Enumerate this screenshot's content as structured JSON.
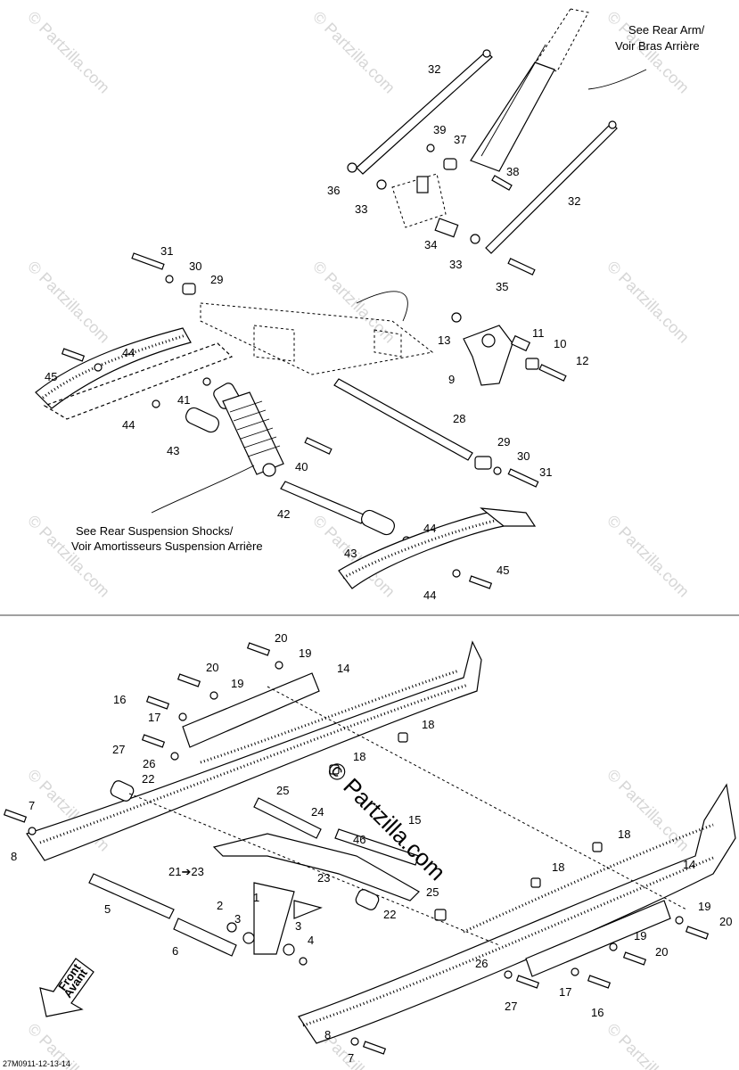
{
  "notes": {
    "rear_arm_line1": "See Rear Arm/",
    "rear_arm_line2": "Voir Bras Arrière",
    "shocks_line1": "See Rear Suspension Shocks/",
    "shocks_line2": "Voir Amortisseurs Suspension Arrière",
    "front_line1": "Front",
    "front_line2": "Avant",
    "drawing_code": "27M0911-12-13-14"
  },
  "watermark": {
    "text": "© Partzilla.com"
  },
  "callouts": {
    "top": [
      "32",
      "39",
      "37",
      "36",
      "33",
      "38",
      "32",
      "34",
      "33",
      "35",
      "31",
      "30",
      "29",
      "13",
      "11",
      "10",
      "12",
      "9",
      "44",
      "45",
      "41",
      "44",
      "43",
      "28",
      "29",
      "30",
      "31",
      "40",
      "42",
      "44",
      "43",
      "44",
      "45"
    ],
    "bottom": [
      "20",
      "19",
      "20",
      "19",
      "14",
      "16",
      "17",
      "18",
      "27",
      "26",
      "18",
      "22",
      "25",
      "24",
      "7",
      "8",
      "15",
      "46",
      "21➔23",
      "23",
      "1",
      "25",
      "22",
      "2",
      "3",
      "3",
      "4",
      "5",
      "6",
      "18",
      "18",
      "14",
      "19",
      "20",
      "19",
      "20",
      "26",
      "17",
      "16",
      "27",
      "8",
      "7"
    ]
  }
}
